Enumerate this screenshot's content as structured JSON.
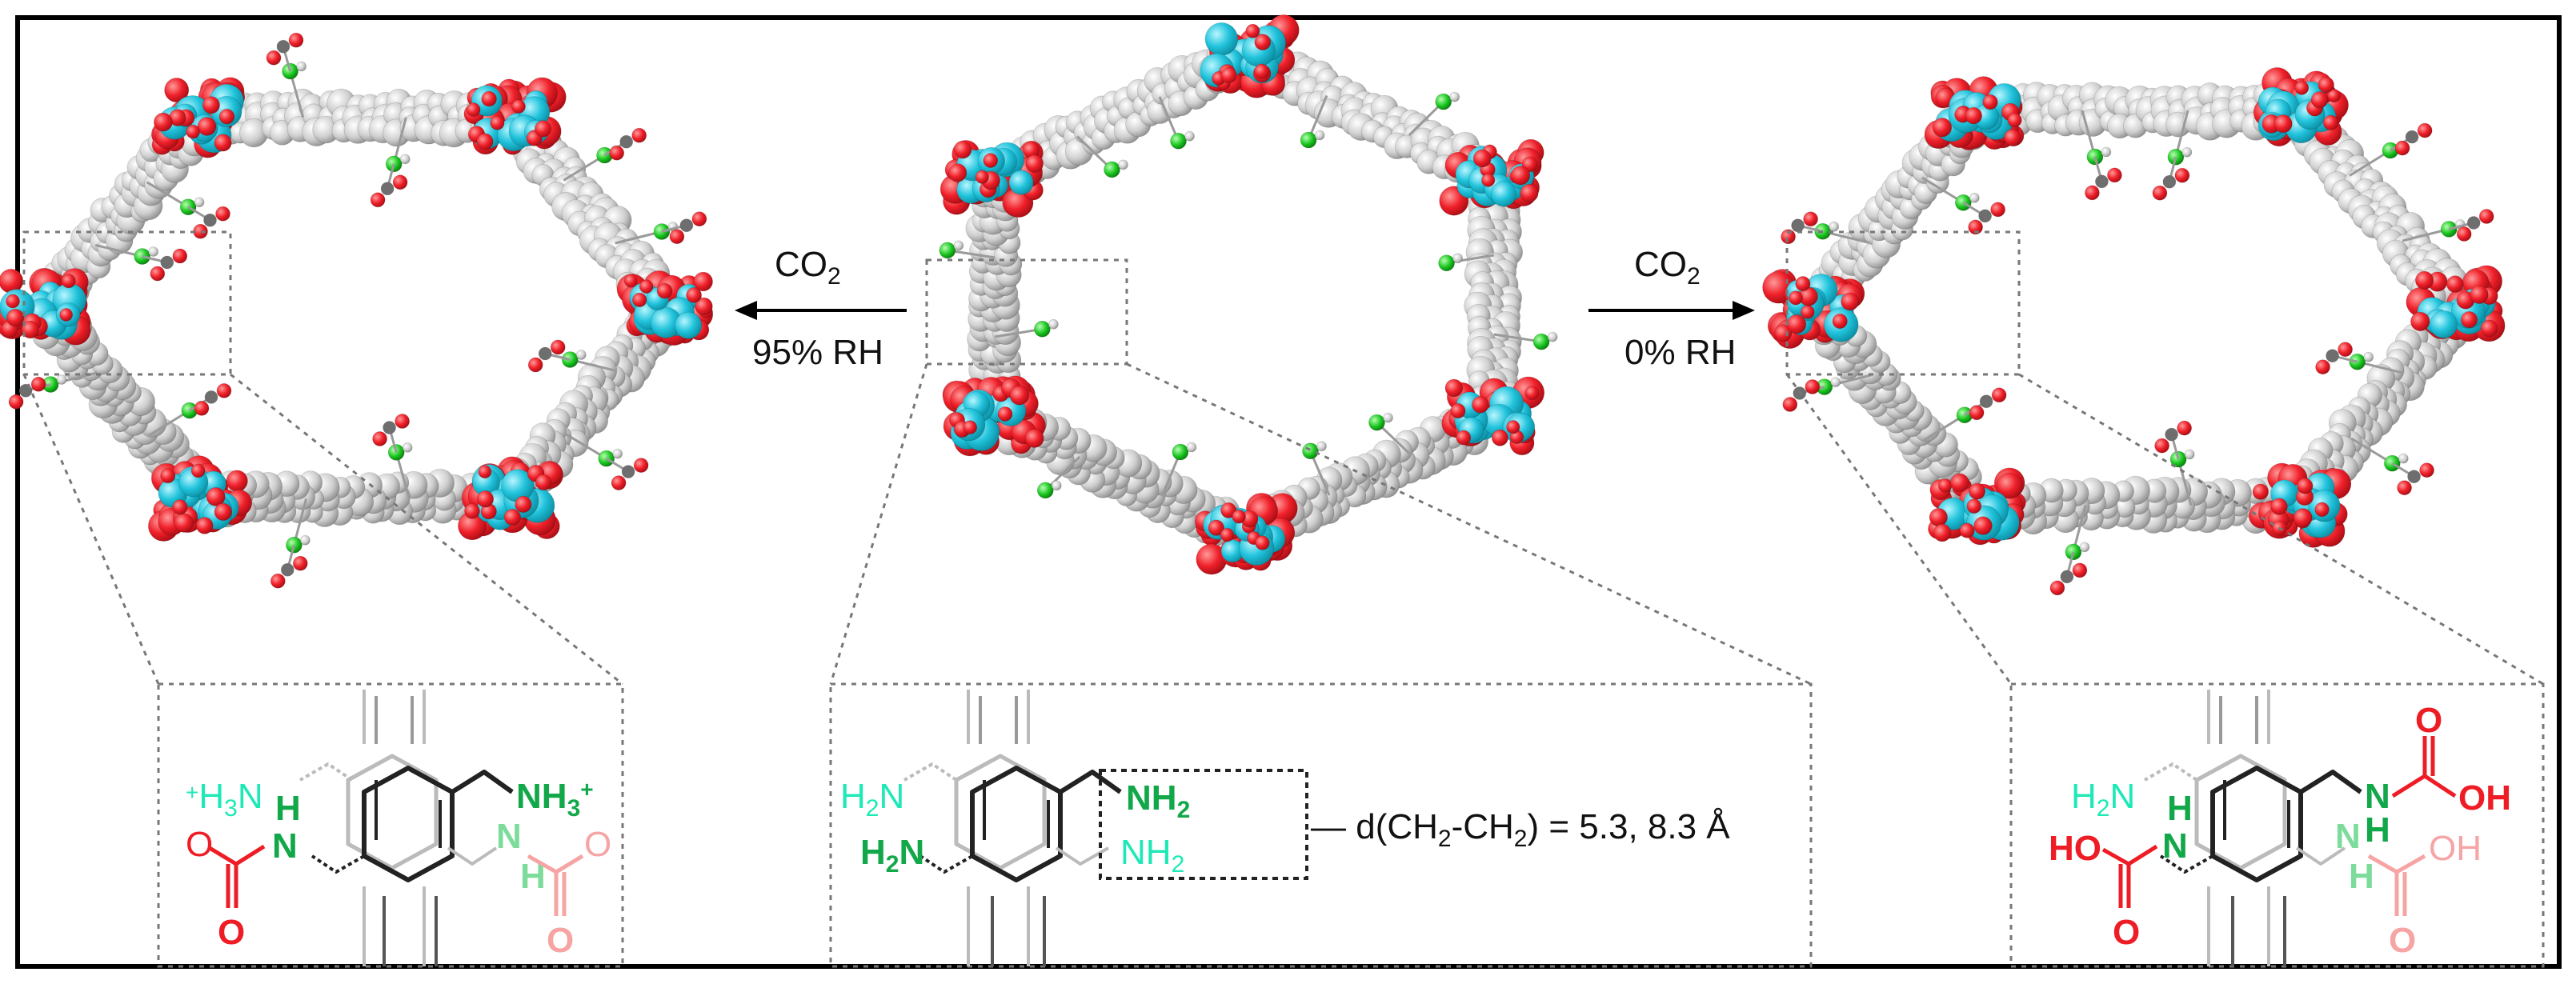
{
  "left_arrow": {
    "reagent": "CO",
    "reagent_sub": "2",
    "condition": "95% RH"
  },
  "right_arrow": {
    "reagent": "CO",
    "reagent_sub": "2",
    "condition": "0% RH"
  },
  "left_inset": {
    "ammonium_left": "H",
    "ammonium_left_sub": "3",
    "ammonium_left_tail": "N",
    "ammonium_right": "NH",
    "ammonium_right_sub": "3",
    "carbamate_nh": "N",
    "carbamate_h": "H",
    "carbamate2_nh": "N",
    "carbamate2_h": "H",
    "oxygen": "O"
  },
  "middle_inset": {
    "amine1": "H",
    "amine1_sub": "2",
    "amine1_tail": "N",
    "amine2": "NH",
    "amine2_sub": "2",
    "amine3": "H",
    "amine3_sub": "2",
    "amine3_tail": "N",
    "amine4": "NH",
    "amine4_sub": "2",
    "distance_prefix": "— d(CH",
    "distance_sub1": "2",
    "distance_mid": "-CH",
    "distance_sub2": "2",
    "distance_suffix": ") = 5.3, 8.3 Å"
  },
  "right_inset": {
    "amine_left": "H",
    "amine_left_sub": "2",
    "amine_left_tail": "N",
    "nh_top": "N",
    "h_top": "H",
    "oh_top": "OH",
    "ho_left": "HO",
    "nh_left": "N",
    "h_left": "H",
    "nh_right": "N",
    "h_right": "H",
    "oh_right": "OH",
    "oxygen": "O"
  },
  "colors": {
    "oxygen": "#ee1c25",
    "metal": "#21c3dc",
    "carbon": "#c7c7c7",
    "nitrogen": "#19c61f",
    "amine_text": "#1de9b6",
    "nh_text": "#12a84a"
  }
}
